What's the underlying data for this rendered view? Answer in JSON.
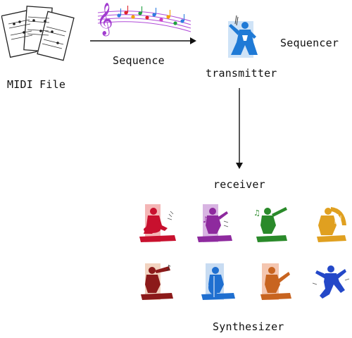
{
  "labels": {
    "midi_file": "MIDI File",
    "sequence": "Sequence",
    "transmitter": "transmitter",
    "sequencer": "Sequencer",
    "receiver": "receiver",
    "synthesizer": "Synthesizer"
  },
  "colors": {
    "arrow": "#111111",
    "sequencer_figure": "#1f7ad6",
    "instruments": [
      "#c8102e",
      "#8e2a9e",
      "#2a8a2a",
      "#e0a020",
      "#8c1a1a",
      "#1f6fd0",
      "#c86420",
      "#2448c8"
    ],
    "instrument_panels": [
      "#f4b6b6",
      "#d8b4e2",
      "#ffffff",
      "#ffffff",
      "#f2d3c0",
      "#c8dcf2",
      "#f4c6b0",
      "#ffffff"
    ]
  },
  "icons": {
    "midi_file": "sheet-music-pages-icon",
    "sequence": "musical-staff-notes-icon",
    "sequencer": "conductor-figure-icon",
    "instruments": [
      "drummer-icon",
      "violinist-icon",
      "clarinetist-icon",
      "harpist-icon",
      "trumpeter-icon",
      "cellist-icon",
      "guitarist-icon",
      "dancer-icon"
    ]
  }
}
